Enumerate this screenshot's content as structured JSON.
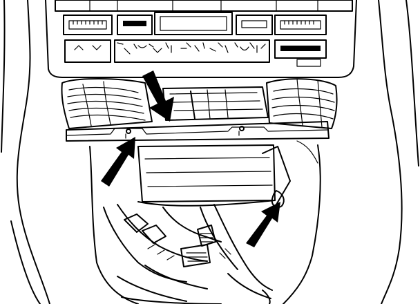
{
  "figure": {
    "colors": {
      "ink": "#000000",
      "paper": "#ffffff"
    }
  },
  "console": {
    "panel_label": "",
    "display_text": ""
  },
  "arrows": [
    {
      "name": "top-arrow",
      "direction": "down-right"
    },
    {
      "name": "left-arrow",
      "direction": "up-right"
    },
    {
      "name": "right-arrow",
      "direction": "up-right"
    }
  ]
}
